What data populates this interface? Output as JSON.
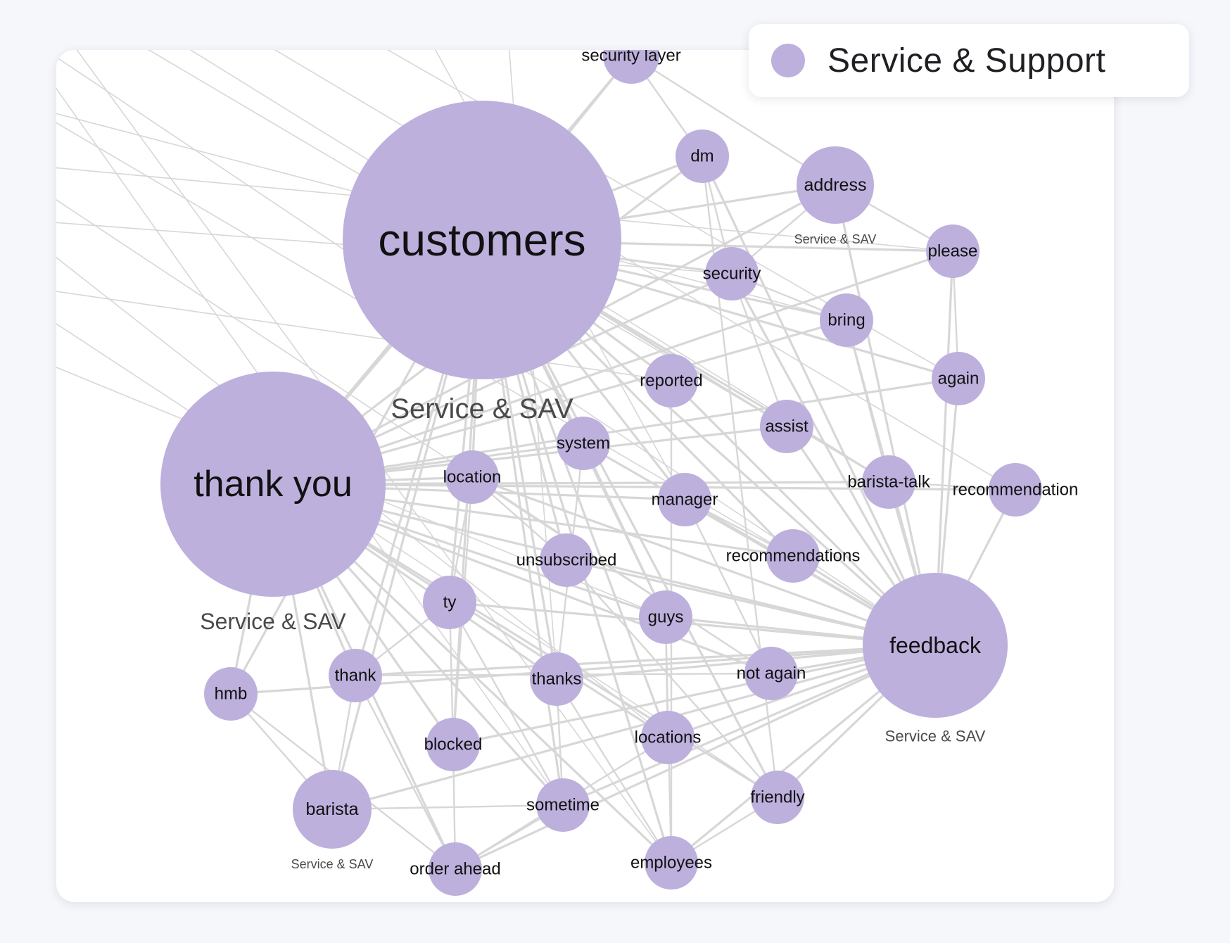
{
  "legend": {
    "label": "Service & Support",
    "color": "#bdb0dd"
  },
  "colors": {
    "node_fill": "#bdb0dd",
    "edge": "#d7d7d7",
    "card_background": "#ffffff",
    "page_background": "#f6f7fb"
  },
  "graph": {
    "nodes": [
      {
        "id": "customers",
        "label": "customers",
        "category": "Service & SAV"
      },
      {
        "id": "thank_you",
        "label": "thank you",
        "category": "Service & SAV"
      },
      {
        "id": "feedback",
        "label": "feedback",
        "category": "Service & SAV"
      },
      {
        "id": "address",
        "label": "address",
        "category": "Service & SAV"
      },
      {
        "id": "barista",
        "label": "barista",
        "category": "Service & SAV"
      },
      {
        "id": "security_layer",
        "label": "security layer"
      },
      {
        "id": "dm",
        "label": "dm"
      },
      {
        "id": "please",
        "label": "please"
      },
      {
        "id": "security",
        "label": "security"
      },
      {
        "id": "bring",
        "label": "bring"
      },
      {
        "id": "again",
        "label": "again"
      },
      {
        "id": "reported",
        "label": "reported"
      },
      {
        "id": "assist",
        "label": "assist"
      },
      {
        "id": "system",
        "label": "system"
      },
      {
        "id": "location",
        "label": "location"
      },
      {
        "id": "barista_talk",
        "label": "barista-talk"
      },
      {
        "id": "recommendation",
        "label": "recommendation"
      },
      {
        "id": "manager",
        "label": "manager"
      },
      {
        "id": "unsubscribed",
        "label": "unsubscribed"
      },
      {
        "id": "recommendations",
        "label": "recommendations"
      },
      {
        "id": "ty",
        "label": "ty"
      },
      {
        "id": "guys",
        "label": "guys"
      },
      {
        "id": "hmb",
        "label": "hmb"
      },
      {
        "id": "thank",
        "label": "thank"
      },
      {
        "id": "thanks",
        "label": "thanks"
      },
      {
        "id": "not_again",
        "label": "not again"
      },
      {
        "id": "blocked",
        "label": "blocked"
      },
      {
        "id": "locations",
        "label": "locations"
      },
      {
        "id": "friendly",
        "label": "friendly"
      },
      {
        "id": "sometime",
        "label": "sometime"
      },
      {
        "id": "order_ahead",
        "label": "order ahead"
      },
      {
        "id": "employees",
        "label": "employees"
      }
    ],
    "edges": [
      [
        "customers",
        "thank_you"
      ],
      [
        "customers",
        "feedback"
      ],
      [
        "customers",
        "security_layer"
      ],
      [
        "customers",
        "dm"
      ],
      [
        "customers",
        "address"
      ],
      [
        "customers",
        "please"
      ],
      [
        "customers",
        "security"
      ],
      [
        "customers",
        "bring"
      ],
      [
        "customers",
        "again"
      ],
      [
        "customers",
        "reported"
      ],
      [
        "customers",
        "assist"
      ],
      [
        "customers",
        "system"
      ],
      [
        "customers",
        "location"
      ],
      [
        "customers",
        "barista_talk"
      ],
      [
        "customers",
        "manager"
      ],
      [
        "customers",
        "unsubscribed"
      ],
      [
        "customers",
        "recommendations"
      ],
      [
        "customers",
        "ty"
      ],
      [
        "customers",
        "guys"
      ],
      [
        "customers",
        "thank"
      ],
      [
        "customers",
        "thanks"
      ],
      [
        "customers",
        "blocked"
      ],
      [
        "customers",
        "locations"
      ],
      [
        "customers",
        "friendly"
      ],
      [
        "customers",
        "sometime"
      ],
      [
        "customers",
        "employees"
      ],
      [
        "customers",
        "barista"
      ],
      [
        "customers",
        "hmb"
      ],
      [
        "thank_you",
        "feedback"
      ],
      [
        "thank_you",
        "security_layer"
      ],
      [
        "thank_you",
        "dm"
      ],
      [
        "thank_you",
        "address"
      ],
      [
        "thank_you",
        "please"
      ],
      [
        "thank_you",
        "security"
      ],
      [
        "thank_you",
        "bring"
      ],
      [
        "thank_you",
        "again"
      ],
      [
        "thank_you",
        "assist"
      ],
      [
        "thank_you",
        "barista_talk"
      ],
      [
        "thank_you",
        "recommendation"
      ],
      [
        "thank_you",
        "manager"
      ],
      [
        "thank_you",
        "recommendations"
      ],
      [
        "thank_you",
        "guys"
      ],
      [
        "thank_you",
        "not_again"
      ],
      [
        "thank_you",
        "locations"
      ],
      [
        "thank_you",
        "friendly"
      ],
      [
        "thank_you",
        "employees"
      ],
      [
        "thank_you",
        "order_ahead"
      ],
      [
        "thank_you",
        "hmb"
      ],
      [
        "thank_you",
        "thank"
      ],
      [
        "thank_you",
        "barista"
      ],
      [
        "thank_you",
        "thanks"
      ],
      [
        "thank_you",
        "blocked"
      ],
      [
        "thank_you",
        "sometime"
      ],
      [
        "thank_you",
        "location"
      ],
      [
        "thank_you",
        "system"
      ],
      [
        "feedback",
        "again"
      ],
      [
        "feedback",
        "please"
      ],
      [
        "feedback",
        "recommendation"
      ],
      [
        "feedback",
        "barista_talk"
      ],
      [
        "feedback",
        "assist"
      ],
      [
        "feedback",
        "bring"
      ],
      [
        "feedback",
        "address"
      ],
      [
        "feedback",
        "security"
      ],
      [
        "feedback",
        "dm"
      ],
      [
        "feedback",
        "reported"
      ],
      [
        "feedback",
        "system"
      ],
      [
        "feedback",
        "location"
      ],
      [
        "feedback",
        "manager"
      ],
      [
        "feedback",
        "unsubscribed"
      ],
      [
        "feedback",
        "recommendations"
      ],
      [
        "feedback",
        "ty"
      ],
      [
        "feedback",
        "guys"
      ],
      [
        "feedback",
        "hmb"
      ],
      [
        "feedback",
        "thank"
      ],
      [
        "feedback",
        "thanks"
      ],
      [
        "feedback",
        "not_again"
      ],
      [
        "feedback",
        "blocked"
      ],
      [
        "feedback",
        "locations"
      ],
      [
        "feedback",
        "friendly"
      ],
      [
        "feedback",
        "barista"
      ],
      [
        "feedback",
        "sometime"
      ],
      [
        "feedback",
        "order_ahead"
      ],
      [
        "feedback",
        "employees"
      ],
      [
        "security_layer",
        "dm"
      ],
      [
        "security_layer",
        "address"
      ],
      [
        "dm",
        "security"
      ],
      [
        "dm",
        "friendly"
      ],
      [
        "address",
        "security"
      ],
      [
        "address",
        "please"
      ],
      [
        "security",
        "bring"
      ],
      [
        "security",
        "assist"
      ],
      [
        "location",
        "ty"
      ],
      [
        "location",
        "blocked"
      ],
      [
        "location",
        "unsubscribed"
      ],
      [
        "system",
        "guys"
      ],
      [
        "system",
        "thanks"
      ],
      [
        "manager",
        "not_again"
      ],
      [
        "ty",
        "blocked"
      ],
      [
        "ty",
        "sometime"
      ],
      [
        "thank",
        "barista"
      ],
      [
        "thank",
        "order_ahead"
      ],
      [
        "thank",
        "not_again"
      ],
      [
        "hmb",
        "barista"
      ],
      [
        "hmb",
        "order_ahead"
      ],
      [
        "thanks",
        "employees"
      ],
      [
        "thanks",
        "sometime"
      ],
      [
        "guys",
        "locations"
      ],
      [
        "guys",
        "employees"
      ],
      [
        "blocked",
        "order_ahead"
      ],
      [
        "barista",
        "sometime"
      ],
      [
        "friendly",
        "employees"
      ],
      [
        "again",
        "please"
      ],
      [
        "recommendation",
        "barista_talk"
      ],
      [
        "reported",
        "employees"
      ],
      [
        "unsubscribed",
        "friendly"
      ],
      [
        "location",
        "not_again"
      ],
      [
        "manager",
        "recommendations"
      ],
      [
        "bring",
        "barista_talk"
      ],
      [
        "ty",
        "thank"
      ],
      [
        "sometime",
        "order_ahead"
      ],
      [
        "locations",
        "order_ahead"
      ]
    ]
  }
}
